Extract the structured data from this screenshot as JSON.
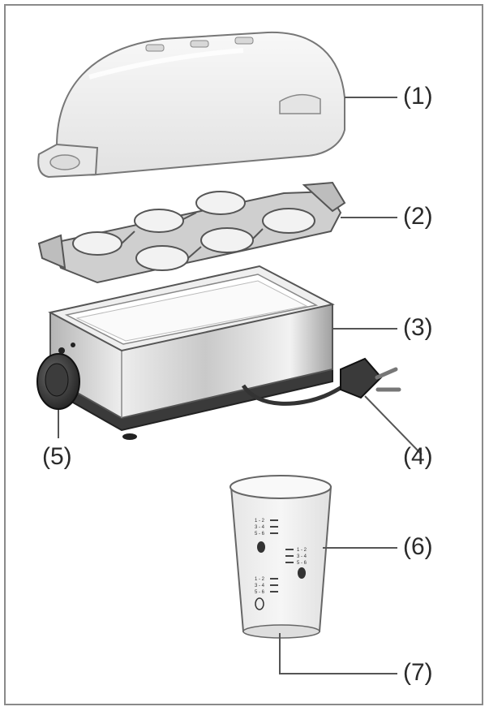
{
  "callouts": [
    {
      "id": "1",
      "label": "(1)"
    },
    {
      "id": "2",
      "label": "(2)"
    },
    {
      "id": "3",
      "label": "(3)"
    },
    {
      "id": "4",
      "label": "(4)"
    },
    {
      "id": "5",
      "label": "(5)"
    },
    {
      "id": "6",
      "label": "(6)"
    },
    {
      "id": "7",
      "label": "(7)"
    }
  ],
  "cup_markings": {
    "group_top": [
      "1 - 2",
      "3 - 4",
      "5 - 6"
    ],
    "group_middle": [
      "1 - 2",
      "3 - 4",
      "5 - 6"
    ],
    "group_bottom": [
      "1 - 2",
      "3 - 4",
      "5 - 6"
    ]
  },
  "colors": {
    "line": "#555555",
    "steel_light": "#e6e6e6",
    "steel_dark": "#7a7a7a",
    "base": "#3a3a3a",
    "plastic": "#f0f0f0"
  }
}
